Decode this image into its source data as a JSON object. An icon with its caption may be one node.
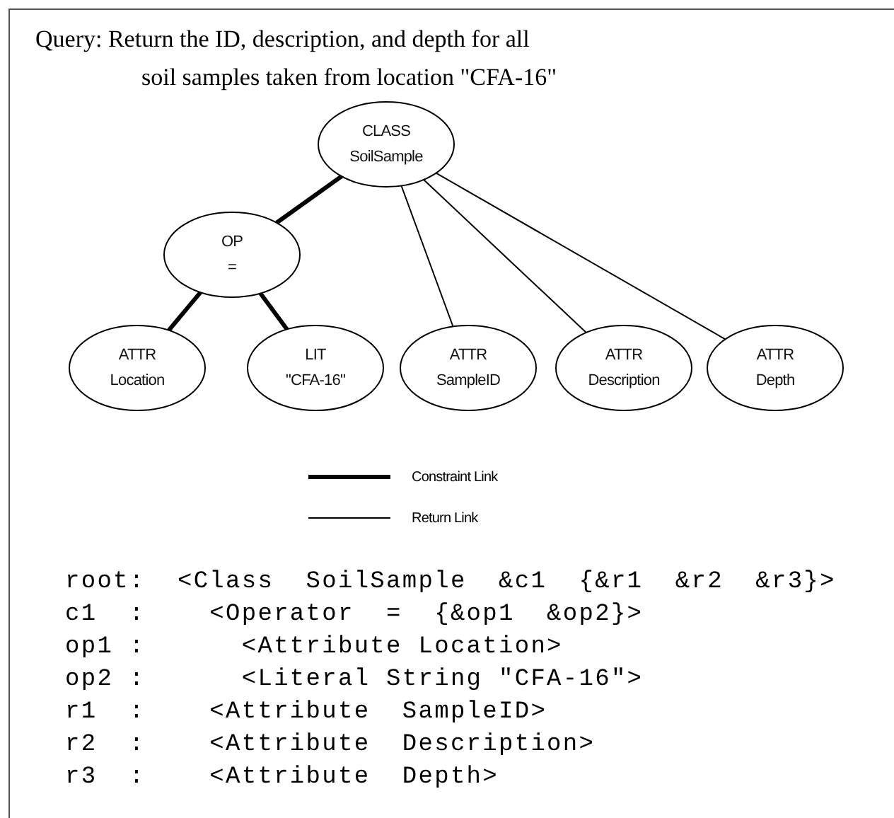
{
  "diagram": {
    "title": "Query: Return the ID, description, and depth for all soil samples taken from location \"CFA-16\"",
    "nodes": [
      {
        "text": [
          "CLASS",
          "SoilSample"
        ]
      },
      {
        "text": [
          "OP",
          "="
        ]
      },
      {
        "text": [
          "ATTR",
          "Location"
        ]
      },
      {
        "text": [
          "LIT",
          "\"CFA-16\""
        ]
      },
      {
        "text": [
          "ATTR",
          "SampleID"
        ]
      },
      {
        "text": [
          "ATTR",
          "Description"
        ]
      },
      {
        "text": [
          "ATTR",
          "Depth"
        ]
      }
    ],
    "edges": [
      {
        "from": 0,
        "to": 1,
        "arrow": "none",
        "style": "thick"
      },
      {
        "from": 0,
        "to": 4,
        "arrow": "none"
      },
      {
        "from": 0,
        "to": 5,
        "arrow": "none"
      },
      {
        "from": 0,
        "to": 6,
        "arrow": "none"
      },
      {
        "from": 1,
        "to": 2,
        "arrow": "none",
        "style": "thick"
      },
      {
        "from": 1,
        "to": 3,
        "arrow": "none",
        "style": "thick"
      }
    ],
    "labels": [
      "root:  <Class  SoilSample  &c1  {&r1  &r2  &r3}>",
      "c1  :    <Operator  =  {&op1  &op2}>",
      "op1 :      <Attribute Location>",
      "op2 :      <Literal String \"CFA-16\">",
      "r1  :    <Attribute  SampleID>",
      "r2  :    <Attribute  Description>",
      "r3  :    <Attribute  Depth>"
    ],
    "legend": [
      {
        "text": "Constraint Link"
      },
      {
        "text": "Return Link"
      }
    ]
  }
}
